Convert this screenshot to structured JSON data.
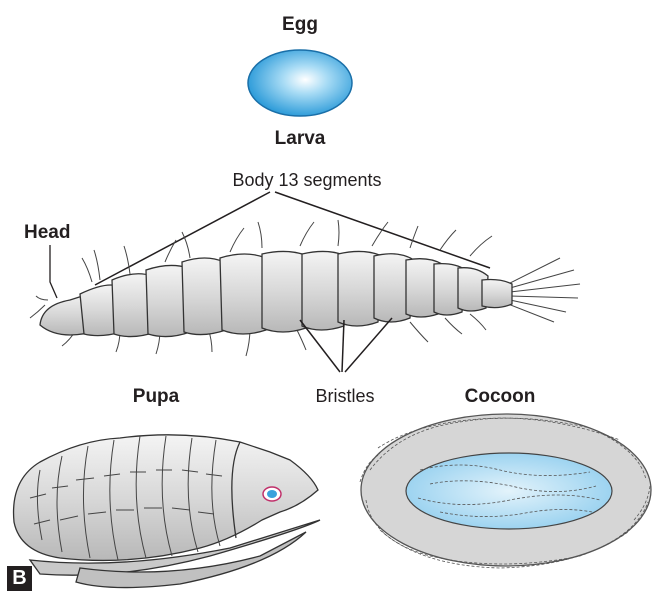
{
  "labels": {
    "egg": "Egg",
    "larva": "Larva",
    "body_segments": "Body 13 segments",
    "head": "Head",
    "bristles": "Bristles",
    "pupa": "Pupa",
    "cocoon": "Cocoon"
  },
  "panel_letter": "B",
  "colors": {
    "egg_fill": "#29a3e0",
    "body_gray": "#d9d9d9",
    "outline": "#333333",
    "cocoon_outer": "#d6d6d6",
    "cocoon_inner": "#9fd3ee",
    "text": "#231f20"
  }
}
